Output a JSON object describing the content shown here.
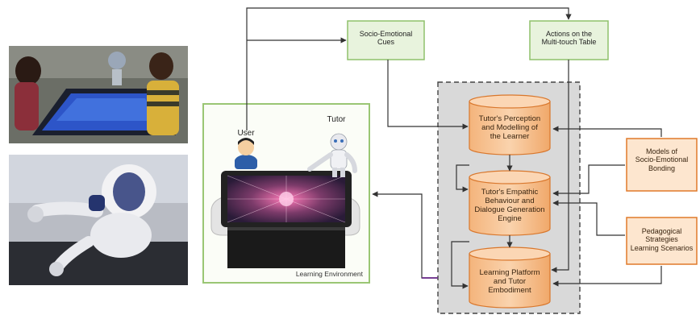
{
  "boxes": {
    "socio_emotional_cues": "Socio-Emotional\nCues",
    "actions_table": "Actions on the\nMulti-touch Table",
    "models_bonding": "Models of\nSocio-Emotional\nBonding",
    "pedagogical": "Pedagogical\nStrategies\nLearning Scenarios"
  },
  "cylinders": {
    "perception": "Tutor's Perception\nand Modelling of\nthe Learner",
    "empathic": "Tutor's Empathic\nBehaviour and\nDialogue Generation\nEngine",
    "platform": "Learning Platform\nand Tutor\nEmbodiment"
  },
  "environment": {
    "user_label": "User",
    "tutor_label": "Tutor",
    "caption": "Learning Environment"
  },
  "colors": {
    "green_fill": "#e8f3dd",
    "green_border": "#8fc16b",
    "orange_fill": "#f7c89b",
    "orange_border": "#e07a2a",
    "core_panel": "#d9d9d9"
  }
}
